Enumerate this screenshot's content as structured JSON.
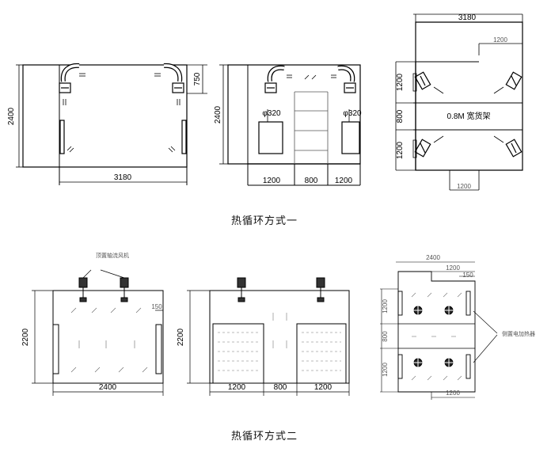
{
  "captions": {
    "mode1": "热循环方式一",
    "mode2": "热循环方式二"
  },
  "mode1": {
    "left": {
      "width": "3180",
      "height": "2400",
      "duct_drop": "750"
    },
    "middle": {
      "height": "2400",
      "duct_dia_left": "φ320",
      "duct_dia_right": "φ320",
      "bays": [
        "1200",
        "800",
        "1200"
      ]
    },
    "right": {
      "width": "3180",
      "offset_top": "1200",
      "offset_bottom": "1200",
      "rows": [
        "1200",
        "800",
        "1200"
      ],
      "center_label": "0.8M 宽货架"
    }
  },
  "mode2": {
    "fan_note": "顶置轴流风机",
    "left": {
      "height": "2200",
      "width": "2400",
      "gap": "150"
    },
    "middle": {
      "height": "2200",
      "bays": [
        "1200",
        "800",
        "1200"
      ]
    },
    "right": {
      "width": "2400",
      "offset_top": "1200",
      "offset_small": "150",
      "offset_bottom": "1200",
      "rows": [
        "1200",
        "800",
        "1200"
      ],
      "side_note": "侧置电加热器"
    }
  },
  "colors": {
    "line": "#000000",
    "light_line": "#666666"
  }
}
